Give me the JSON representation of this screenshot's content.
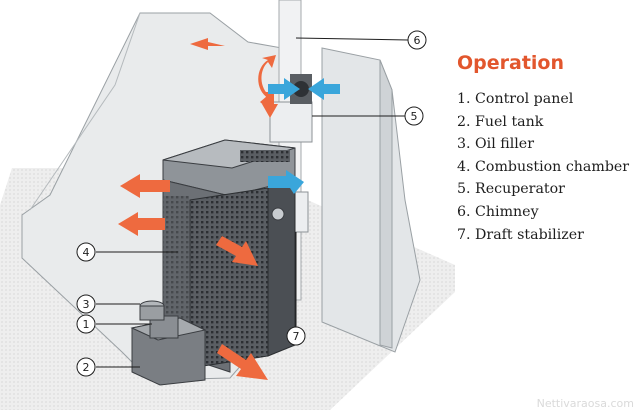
{
  "legend": {
    "title": "Operation",
    "items": [
      "1. Control panel",
      "2. Fuel tank",
      "3. Oil filler",
      "4. Combustion chamber",
      "5. Recuperator",
      "6. Chimney",
      "7. Draft stabilizer"
    ]
  },
  "callouts": [
    "1",
    "2",
    "3",
    "4",
    "5",
    "6",
    "7"
  ],
  "watermark": "Nettivaraosa.com",
  "colors": {
    "accent": "#e2562d",
    "warm_arrow": "#ee6a3f",
    "cool_arrow": "#3aa6db",
    "wall": "#e9ebec",
    "heater": "#4e5257"
  }
}
